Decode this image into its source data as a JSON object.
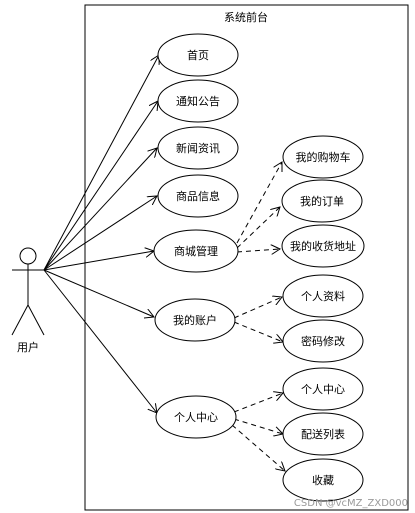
{
  "diagram": {
    "system_title": "系统前台",
    "actor_name": "用户",
    "use_cases": [
      {
        "id": "home",
        "label": "首页"
      },
      {
        "id": "notice",
        "label": "通知公告"
      },
      {
        "id": "news",
        "label": "新闻资讯"
      },
      {
        "id": "goods",
        "label": "商品信息"
      },
      {
        "id": "mall",
        "label": "商城管理"
      },
      {
        "id": "account",
        "label": "我的账户"
      },
      {
        "id": "center",
        "label": "个人中心"
      },
      {
        "id": "cart",
        "label": "我的购物车"
      },
      {
        "id": "orders",
        "label": "我的订单"
      },
      {
        "id": "address",
        "label": "我的收货地址"
      },
      {
        "id": "profile",
        "label": "个人资料"
      },
      {
        "id": "password",
        "label": "密码修改"
      },
      {
        "id": "center2",
        "label": "个人中心"
      },
      {
        "id": "delivery",
        "label": "配送列表"
      },
      {
        "id": "favorites",
        "label": "收藏"
      }
    ],
    "watermark": "CSDN @vcMZ_ZXD000"
  }
}
